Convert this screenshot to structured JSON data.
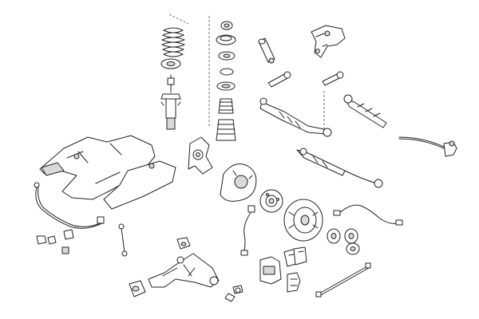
{
  "diagram": {
    "kind": "exploded-parts-view",
    "style": "line-art",
    "colors": {
      "line": "#222222",
      "fill": "#ffffff",
      "shade": "#d9d9d9",
      "background": "#ffffff"
    },
    "parts": [
      "coil-spring",
      "spring-top-mount",
      "shock-absorber",
      "strut-mount-kit",
      "steering-rack-boot",
      "steering-gear",
      "tie-rod-end",
      "drag-link",
      "stabilizer-link",
      "subframe",
      "steering-knuckle",
      "brake-dust-shield",
      "wheel-hub",
      "brake-disc",
      "abs-sensor-cable",
      "stabilizer-bar",
      "stabilizer-bushing",
      "drop-link",
      "brake-hose",
      "wheel-bearing",
      "control-arm-bushing",
      "control-arm",
      "brake-caliper",
      "brake-pads",
      "caliper-bracket",
      "ball-joint",
      "wear-sensor-wire",
      "drive-shaft-boot"
    ]
  }
}
